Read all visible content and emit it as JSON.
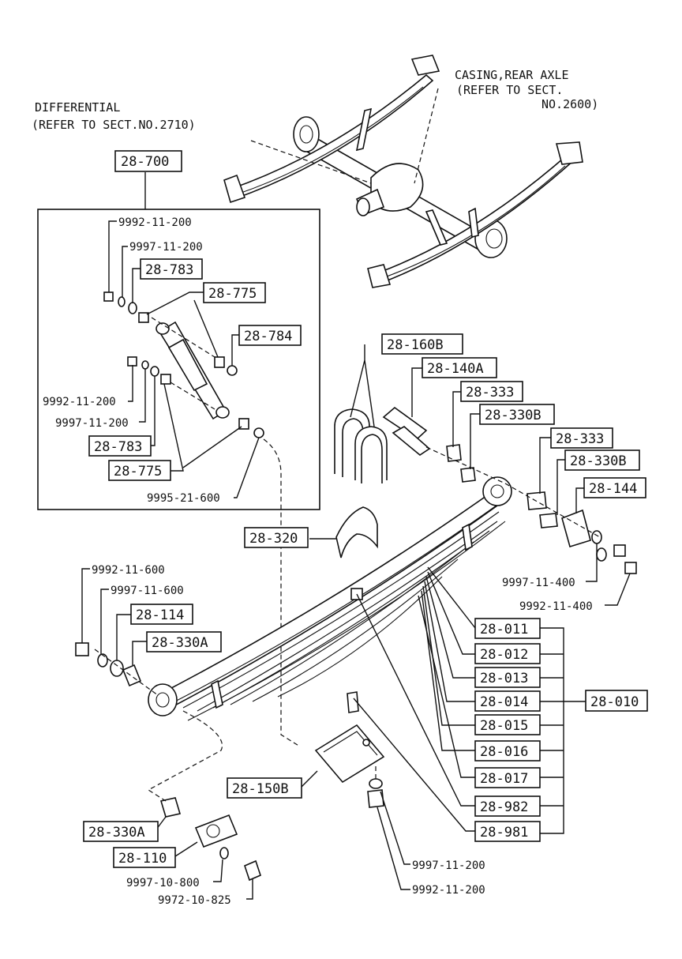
{
  "notes": {
    "casing_line1": "CASING,REAR AXLE",
    "casing_line2": "(REFER TO SECT.",
    "casing_line3": "NO.2600)",
    "diff_line1": "DIFFERENTIAL",
    "diff_line2": "(REFER TO SECT.NO.2710)"
  },
  "boxed_labels": {
    "b28_700": "28-700",
    "b28_783a": "28-783",
    "b28_775a": "28-775",
    "b28_784": "28-784",
    "b28_783b": "28-783",
    "b28_775b": "28-775",
    "b28_160b": "28-160B",
    "b28_140a": "28-140A",
    "b28_333a": "28-333",
    "b28_330ba": "28-330B",
    "b28_333b": "28-333",
    "b28_330bb": "28-330B",
    "b28_144": "28-144",
    "b28_320": "28-320",
    "b28_114": "28-114",
    "b28_330aa": "28-330A",
    "b28_011": "28-011",
    "b28_012": "28-012",
    "b28_013": "28-013",
    "b28_014": "28-014",
    "b28_015": "28-015",
    "b28_016": "28-016",
    "b28_017": "28-017",
    "b28_982": "28-982",
    "b28_981": "28-981",
    "b28_010": "28-010",
    "b28_150b": "28-150B",
    "b28_330ab": "28-330A",
    "b28_110": "28-110"
  },
  "plain_labels": {
    "p1": "9992-11-200",
    "p2": "9997-11-200",
    "p3": "9992-11-200",
    "p4": "9997-11-200",
    "p5": "9995-21-600",
    "p6": "9997-11-400",
    "p7": "9992-11-400",
    "p8": "9992-11-600",
    "p9": "9997-11-600",
    "p10": "9997-11-200",
    "p11": "9992-11-200",
    "p12": "9997-10-800",
    "p13": "9972-10-825"
  }
}
